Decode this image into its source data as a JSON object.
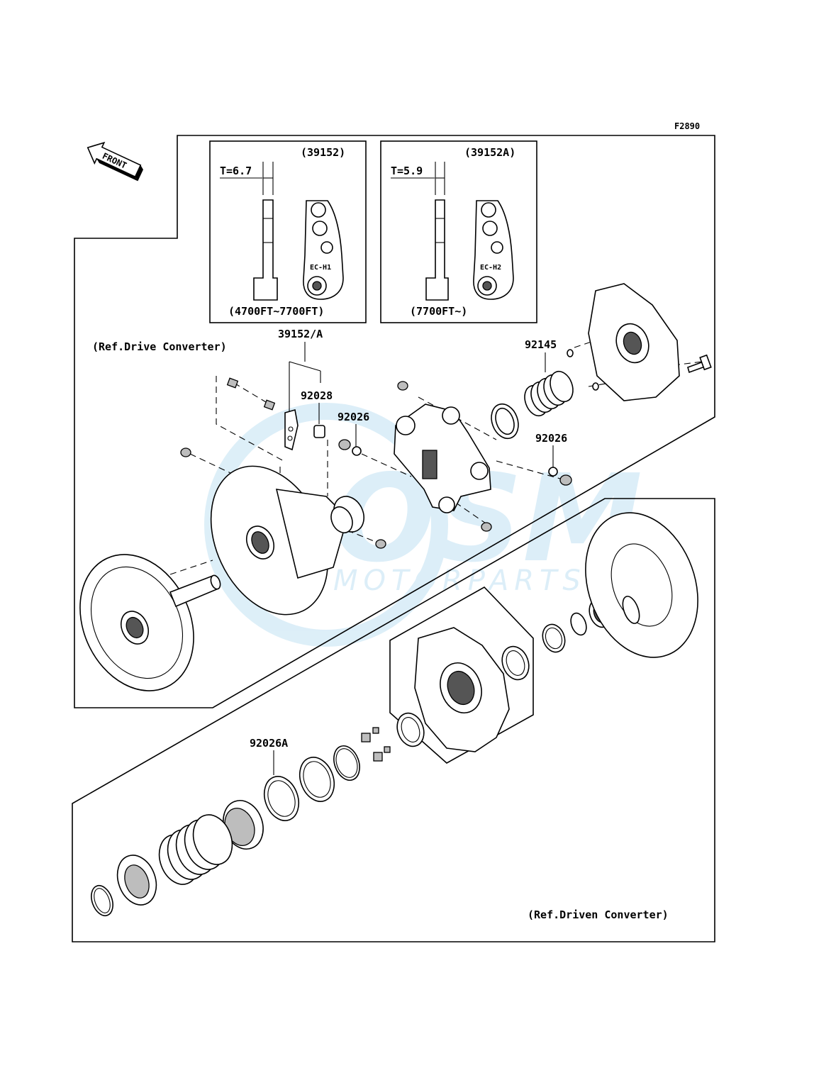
{
  "figure_code": "F2890",
  "front_arrow_label": "FRONT",
  "watermark": {
    "brand": "OSM",
    "subtitle": "MOTORPARTS"
  },
  "insets": [
    {
      "part_no": "(39152)",
      "thickness": "T=6.7",
      "mark": "EC-H1",
      "altitude": "(4700FT~7700FT)"
    },
    {
      "part_no": "(39152A)",
      "thickness": "T=5.9",
      "mark": "EC-H2",
      "altitude": "(7700FT~)"
    }
  ],
  "ref_labels": {
    "drive": "(Ref.Drive Converter)",
    "driven": "(Ref.Driven Converter)"
  },
  "callouts": {
    "weight": "39152/A",
    "bushing": "92028",
    "spacer_left": "92026",
    "spring": "92145",
    "spacer_right": "92026",
    "washer": "92026A"
  }
}
